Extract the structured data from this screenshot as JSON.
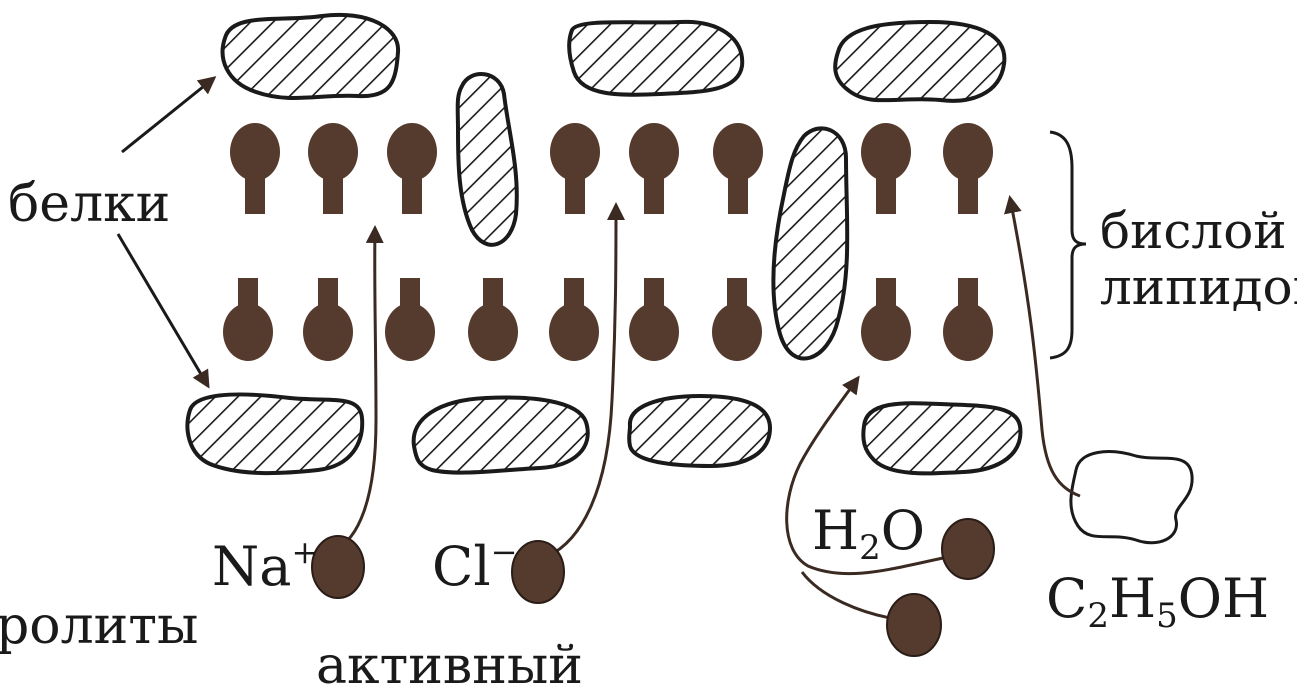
{
  "labels": {
    "proteins": "белки",
    "bilayer_line1": "бислой",
    "bilayer_line2": "липидов",
    "electrolytes": "ролиты",
    "active": "активный"
  },
  "molecules": {
    "na": {
      "symbol": "Na",
      "charge": "+"
    },
    "cl": {
      "symbol": "Cl",
      "charge": "−"
    },
    "water": {
      "a": "H",
      "sub": "2",
      "b": "O"
    },
    "ethanol": {
      "a": "C",
      "sub1": "2",
      "b": "H",
      "sub2": "5",
      "c": "OH"
    }
  },
  "colors": {
    "lipid": "#553a2e",
    "ink": "#1a1a1a",
    "background": "#ffffff"
  }
}
